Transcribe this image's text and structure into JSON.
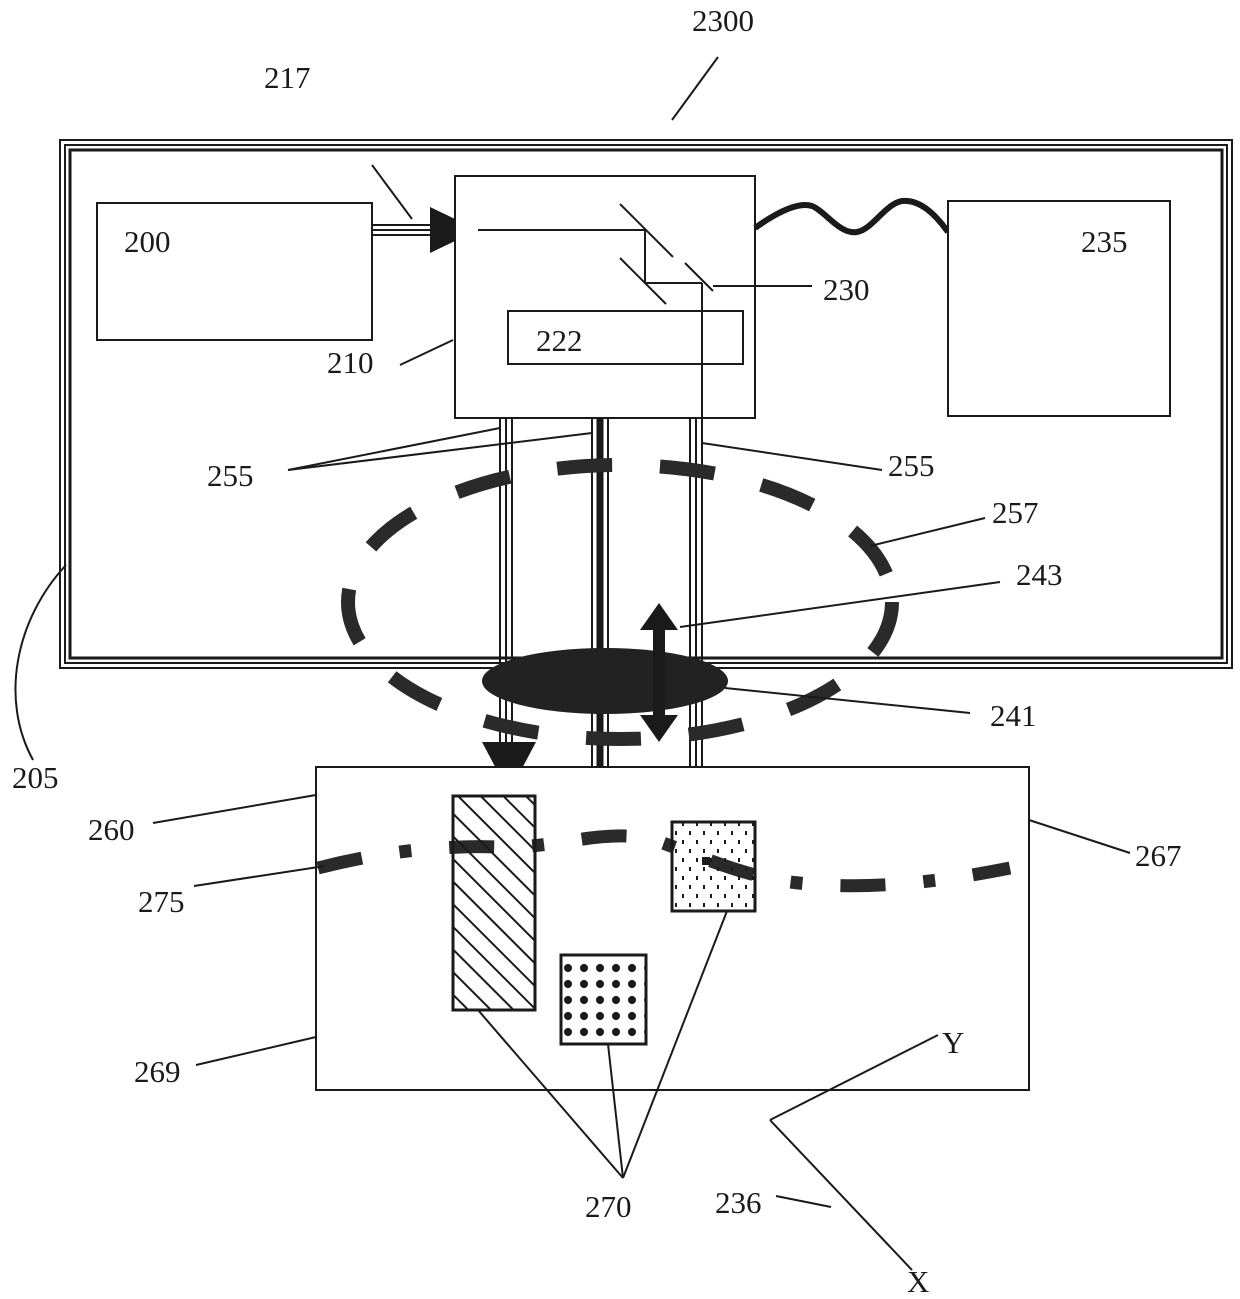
{
  "figure": {
    "labels": {
      "l2300": "2300",
      "l217": "217",
      "l200": "200",
      "l235": "235",
      "l230": "230",
      "l222": "222",
      "l210": "210",
      "l255a": "255",
      "l255b": "255",
      "l257": "257",
      "l243": "243",
      "l241": "241",
      "l205": "205",
      "l260": "260",
      "l267": "267",
      "l275": "275",
      "l269": "269",
      "lY": "Y",
      "l270": "270",
      "l236": "236",
      "lX": "X"
    }
  }
}
